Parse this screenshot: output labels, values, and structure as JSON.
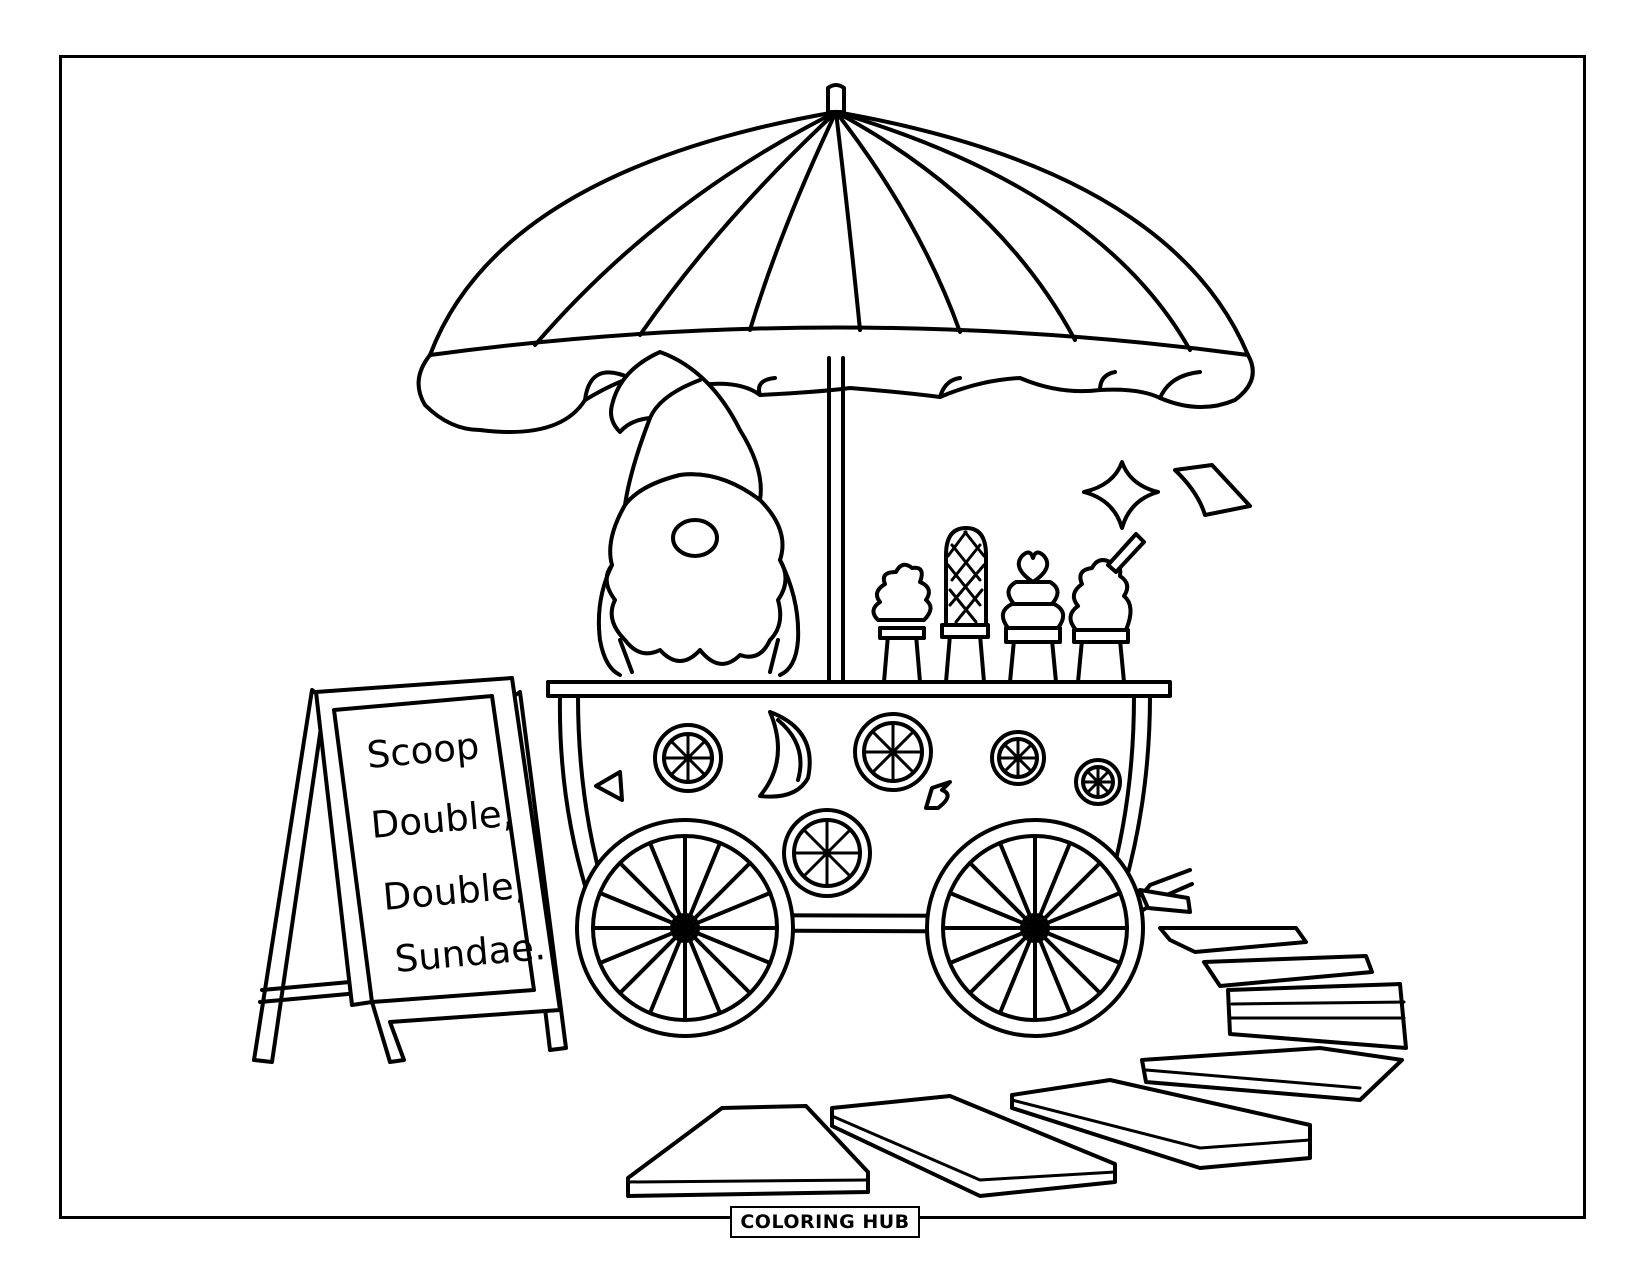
{
  "sign": {
    "lines": [
      "Scoop",
      "Double,",
      "Double,",
      "Sundae."
    ]
  },
  "brand": {
    "label": "COLORING HUB"
  },
  "colors": {
    "line": "#000000",
    "background": "#ffffff"
  }
}
